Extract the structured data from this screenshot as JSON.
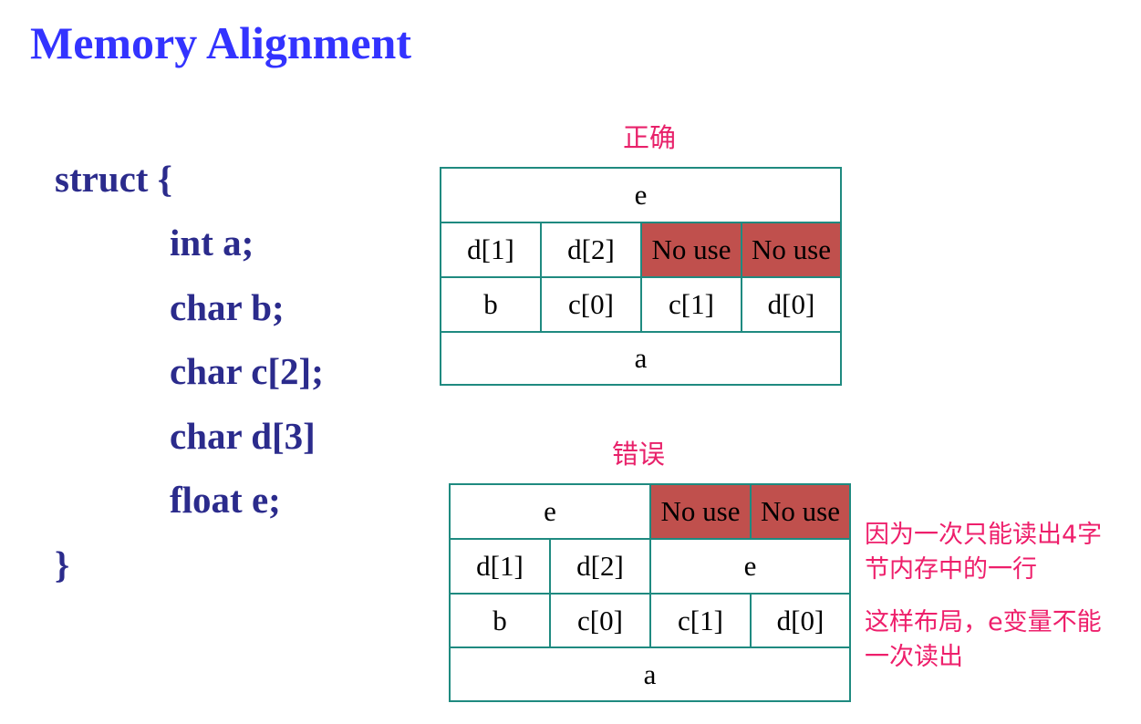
{
  "title": "Memory Alignment",
  "code": [
    "struct {",
    "int a;",
    "char b;",
    "char c[2];",
    "char d[3]",
    "float e;",
    "}"
  ],
  "correct": {
    "label": "正确",
    "cells": [
      "e",
      "d[1]",
      "d[2]",
      "No use",
      "No use",
      "b",
      "c[0]",
      "c[1]",
      "d[0]",
      "a"
    ]
  },
  "wrong": {
    "label": "错误",
    "cells": [
      "e",
      "No use",
      "No use",
      "d[1]",
      "d[2]",
      "e",
      "b",
      "c[0]",
      "c[1]",
      "d[0]",
      "a"
    ]
  },
  "notes": [
    "因为一次只能读出4字",
    "节内存中的一行",
    "这样布局，e变量不能",
    "一次读出"
  ],
  "colors": {
    "title": "#3333ff",
    "code": "#2b2b8c",
    "unused": "#c0504d",
    "border": "#1f8a80",
    "note": "#ee1f6b"
  }
}
